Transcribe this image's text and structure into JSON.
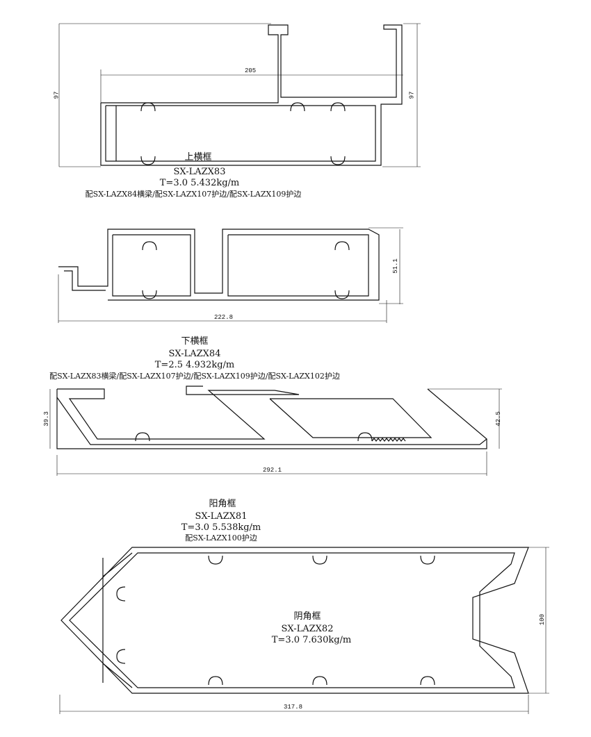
{
  "profiles": [
    {
      "name": "上横框",
      "code": "SX-LAZX83",
      "spec": "T=3.0 5.432kg/m",
      "note": "配SX-LAZX84横梁/配SX-LAZX107护边/配SX-LAZX109护边",
      "dims": {
        "height_left": "97",
        "width": "205",
        "height_right": "97"
      }
    },
    {
      "name": "下横框",
      "code": "SX-LAZX84",
      "spec": "T=2.5 4.932kg/m",
      "note": "配SX-LAZX83横梁/配SX-LAZX107护边/配SX-LAZX109护边/配SX-LAZX102护边",
      "dims": {
        "height": "51.1",
        "width": "222.8"
      }
    },
    {
      "dims": {
        "height_left": "39.3",
        "height_right": "42.5",
        "width": "292.1"
      }
    },
    {
      "name": "阳角框",
      "code": "SX-LAZX81",
      "spec": "T=3.0 5.538kg/m",
      "note": "配SX-LAZX100护边"
    },
    {
      "name": "阴角框",
      "code": "SX-LAZX82",
      "spec": "T=3.0 7.630kg/m",
      "dims": {
        "height": "100",
        "width": "317.8"
      }
    }
  ]
}
